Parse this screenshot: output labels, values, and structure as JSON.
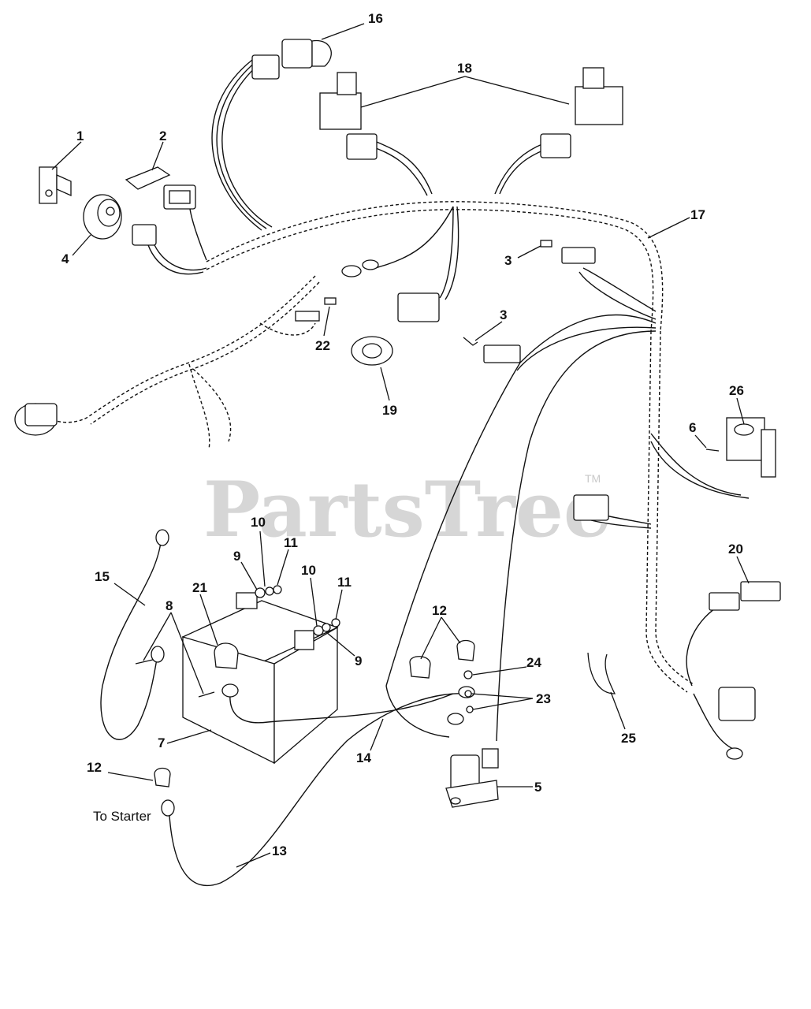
{
  "watermark": {
    "text": "PartsTree",
    "trademark": "TM"
  },
  "note_to_starter": "To Starter",
  "callouts": {
    "c1": "1",
    "c2": "2",
    "c3a": "3",
    "c3b": "3",
    "c4": "4",
    "c5": "5",
    "c6": "6",
    "c7": "7",
    "c8": "8",
    "c9a": "9",
    "c9b": "9",
    "c10a": "10",
    "c10b": "10",
    "c11a": "11",
    "c11b": "11",
    "c12a": "12",
    "c12b": "12",
    "c13": "13",
    "c14": "14",
    "c15": "15",
    "c16": "16",
    "c17": "17",
    "c18": "18",
    "c19": "19",
    "c20": "20",
    "c21": "21",
    "c22": "22",
    "c23": "23",
    "c24": "24",
    "c25": "25",
    "c26": "26"
  }
}
